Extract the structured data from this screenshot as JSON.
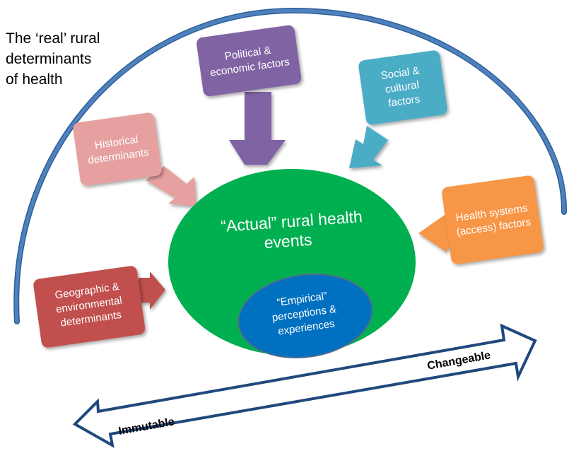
{
  "title": {
    "line1": "The ‘real’ rural",
    "line2": "determinants",
    "line3": "of health"
  },
  "colors": {
    "arc": "#4f81bd",
    "center": "#00b050",
    "inner": "#0070c0",
    "historical": "#e6a0a0",
    "political": "#8064a2",
    "social": "#4bacc6",
    "health_systems": "#f79646",
    "geographic": "#c0504d",
    "spectrum_outline": "#1f497d"
  },
  "factors": {
    "historical": [
      "Historical",
      "determinants"
    ],
    "political": [
      "Political &",
      "economic factors"
    ],
    "social": [
      "Social &",
      "cultural",
      "factors"
    ],
    "health_systems": [
      "Health systems",
      "(access) factors"
    ],
    "geographic": [
      "Geographic &",
      "environmental",
      "determinants"
    ]
  },
  "center": {
    "line1": "“Actual” rural health",
    "line2": "events"
  },
  "inner": {
    "line1": "“Empirical”",
    "line2": "perceptions &",
    "line3": "experiences"
  },
  "spectrum": {
    "left_label": "Immutable",
    "right_label": "Changeable"
  }
}
